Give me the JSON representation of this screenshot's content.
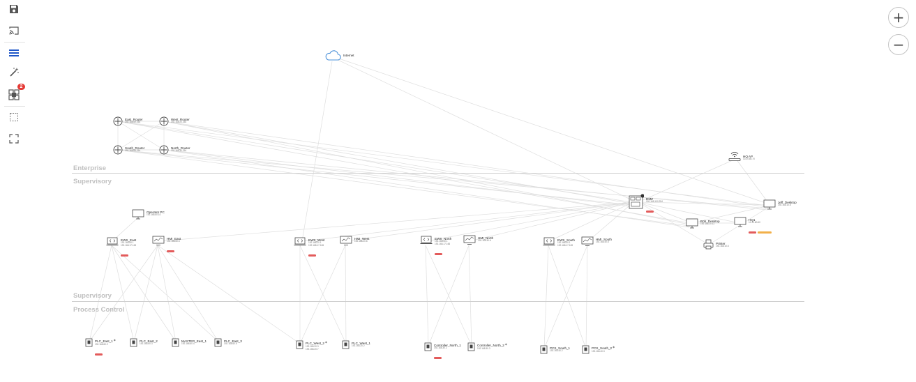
{
  "toolbar": {
    "icons": [
      "save-icon",
      "cast-icon",
      "list-icon",
      "magic-wand-icon",
      "group-icon",
      "selection-icon",
      "fullscreen-icon"
    ],
    "group_badge": "2"
  },
  "zoom": {
    "in_label": "+",
    "out_label": "−"
  },
  "zones": {
    "enterprise": "Enterprise",
    "supervisory_top": "Supervisory",
    "supervisory_bottom": "Supervisory",
    "process_control": "Process Control"
  },
  "colors": {
    "alert": "#e35b5b",
    "warning": "#f2b04a",
    "link": "#dedede",
    "zone_text": "#c0c0c0"
  },
  "nodes": {
    "internet": {
      "name": "Internet"
    },
    "east_router": {
      "name": "East_Router",
      "ip": "192.168.69.254"
    },
    "west_router": {
      "name": "West_Router",
      "ip": "192.168.20.254"
    },
    "south_router": {
      "name": "South_Router",
      "ip": "192.168.65.254"
    },
    "north_router": {
      "name": "North_Router",
      "ip": "192.168.30.254"
    },
    "hq_ap": {
      "name": "HQ AP",
      "ip": "10.10.80.70"
    },
    "dmz": {
      "name": "DMZ",
      "ip": "192.168.100.254"
    },
    "jeff_desktop": {
      "name": "Jeff_Desktop",
      "ip": "192.168.10.6"
    },
    "bob_desktop": {
      "name": "Bob_Desktop",
      "ip": "192.168.10.11"
    },
    "hq1": {
      "name": "HQ1",
      "ip": "10.10.80.60"
    },
    "printer": {
      "name": "Printer",
      "ip": "192.168.10.6"
    },
    "operator_pc": {
      "name": "Operator PC",
      "ip": "192.168.60.10"
    },
    "ews_east": {
      "name": "EWS_East",
      "ip": "192.168.60.1",
      "ip2": "192.168.17.163"
    },
    "hmi_east": {
      "name": "HMI_East",
      "ip": "192.168.60.6"
    },
    "ews_west": {
      "name": "EWS_West",
      "ip": "192.168.20.1",
      "ip2": "192.168.17.165"
    },
    "hmi_west": {
      "name": "HMI_West",
      "ip": "192.168.20.6"
    },
    "ews_north": {
      "name": "EWS_North",
      "ip": "192.168.30.1",
      "ip2": "192.168.17.166"
    },
    "hmi_north": {
      "name": "HMI_North",
      "ip": "192.168.30.6"
    },
    "ews_south": {
      "name": "EWS_South",
      "ip": "192.168.40.1",
      "ip2": "192.168.17.169"
    },
    "hmi_south": {
      "name": "HMI_South",
      "ip": "192.168.40.6"
    },
    "plc_east_1": {
      "name": "PLC_East_1",
      "ip": "192.168.60.2"
    },
    "plc_east_2": {
      "name": "PLC_East_2",
      "ip": "192.168.60.3"
    },
    "master_east_1": {
      "name": "MASTER_East_1",
      "ip": "192.168.60.4"
    },
    "plc_east_3": {
      "name": "PLC_East_3",
      "ip": "192.168.60.5"
    },
    "plc_west_2": {
      "name": "PLC_West_2",
      "ip": "192.168.20.3",
      "ip2": "192.168.20.7"
    },
    "plc_west_1": {
      "name": "PLC_West_1",
      "ip": "192.168.20.2"
    },
    "controller_north_1": {
      "name": "Controller_North_1",
      "ip": "192.168.30.2"
    },
    "controller_north_2": {
      "name": "Controller_North_2",
      "ip": "192.168.30.3"
    },
    "pcs_south_1": {
      "name": "PCS_South_1",
      "ip": "192.168.40.2"
    },
    "pcs_south_2": {
      "name": "PCS_South_2",
      "ip": "192.168.40.3"
    }
  }
}
